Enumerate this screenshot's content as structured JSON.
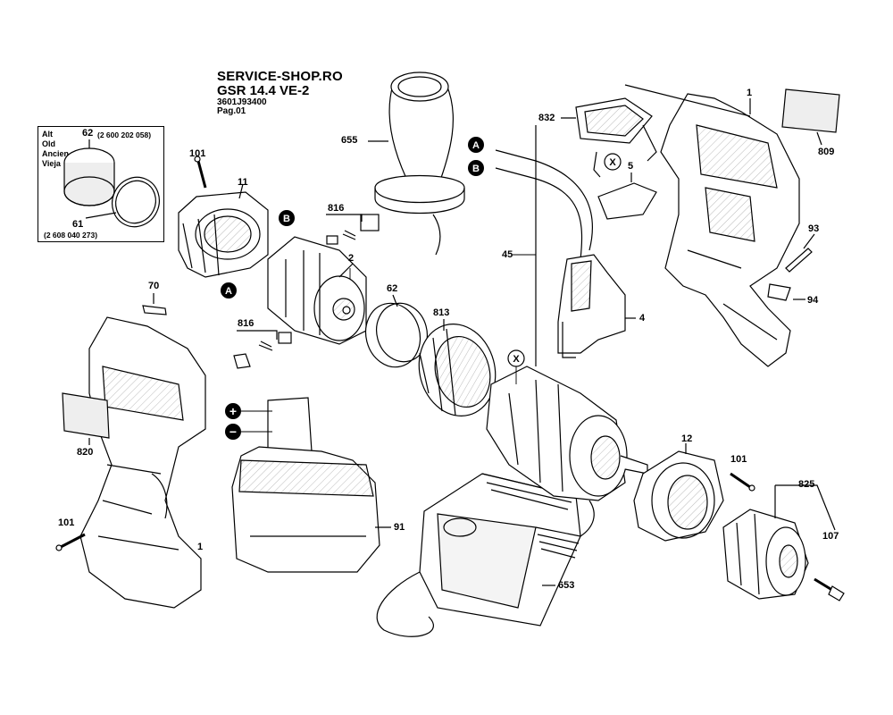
{
  "header": {
    "shop": "SERVICE-SHOP.RO",
    "model": "GSR 14.4 VE-2",
    "code": "3601J93400",
    "page": "Pag.01"
  },
  "inset": {
    "languages": [
      "Alt",
      "Old",
      "Ancien",
      "Vieja"
    ],
    "old_part_number": "62",
    "old_part_code": "(2 600 202 058)",
    "new_part_number": "61",
    "new_part_code": "(2 608 040 273)"
  },
  "parts": {
    "p655": "655",
    "p832": "832",
    "p1_top": "1",
    "p809": "809",
    "p101_top": "101",
    "p11": "11",
    "p816_top": "816",
    "p2": "2",
    "p5": "5",
    "p45": "45",
    "p93": "93",
    "p94": "94",
    "p70": "70",
    "p62": "62",
    "p813": "813",
    "p4": "4",
    "p816_mid": "816",
    "p820": "820",
    "p12": "12",
    "p101_right": "101",
    "p825": "825",
    "p101_left": "101",
    "p91": "91",
    "p107": "107",
    "p1_bottom": "1",
    "p653": "653"
  },
  "markers": {
    "a": "A",
    "b": "B",
    "x": "X",
    "plus": "+",
    "minus": "−"
  }
}
